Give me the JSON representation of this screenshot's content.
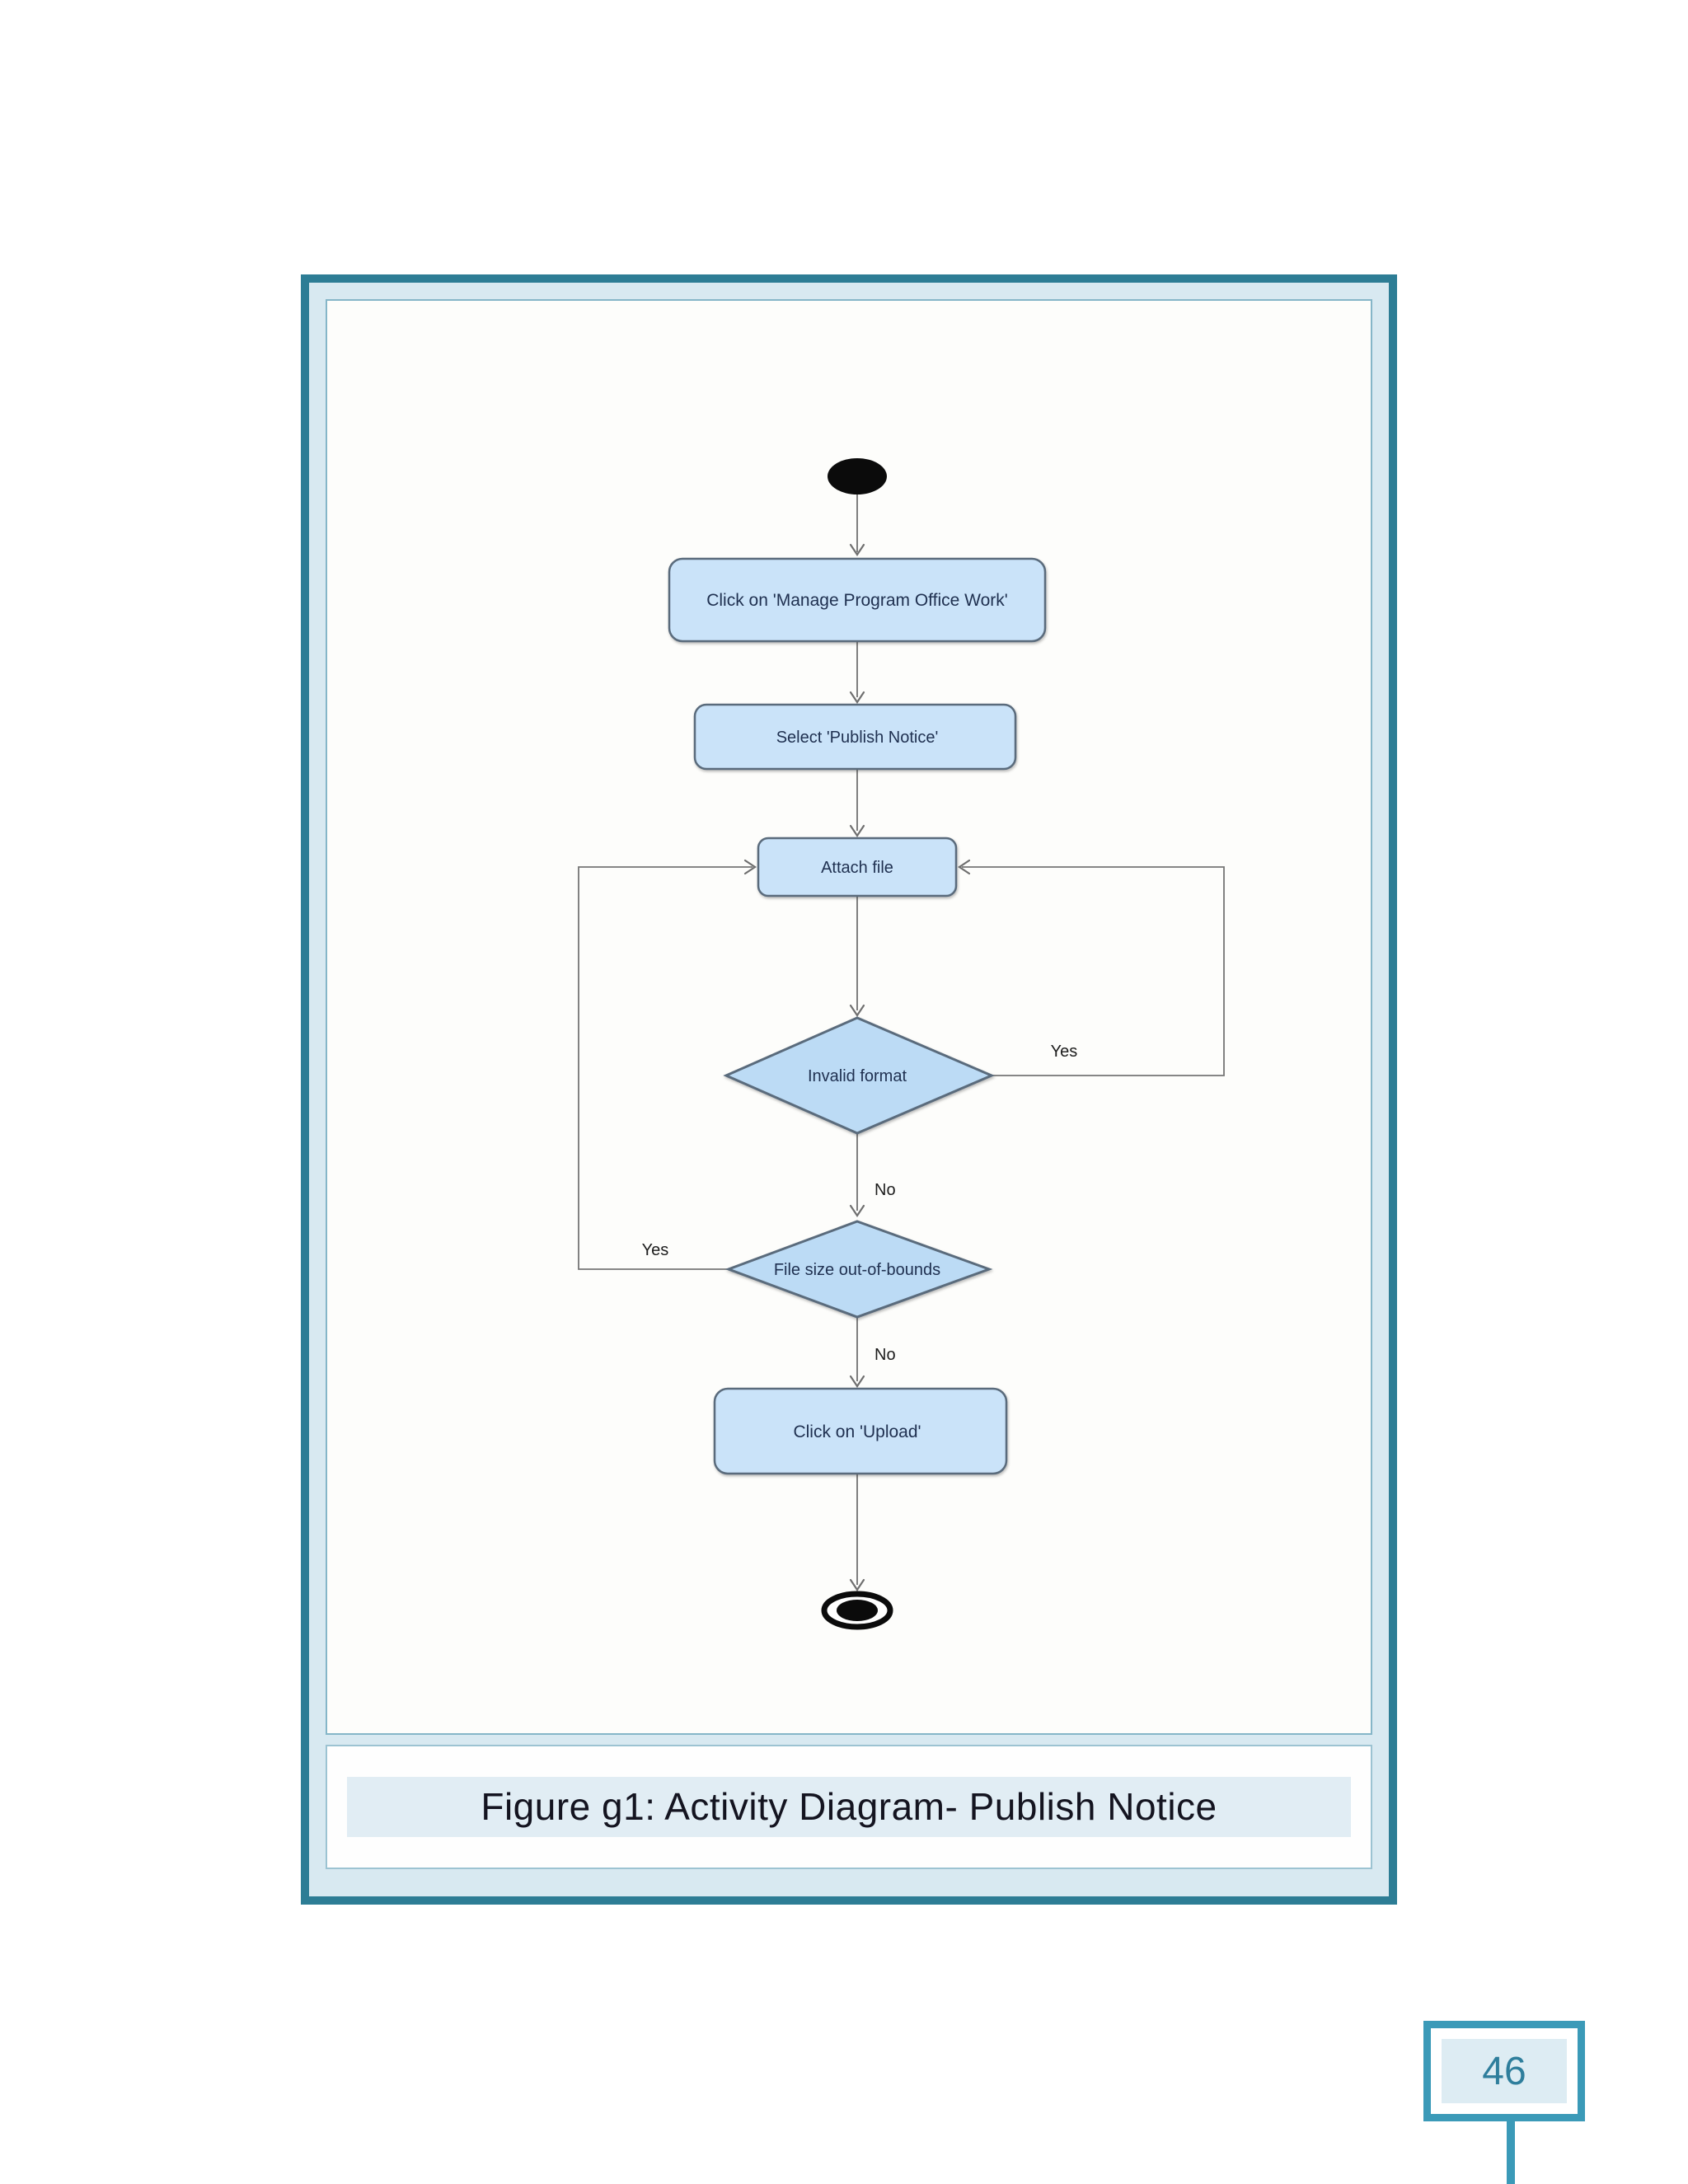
{
  "page": {
    "number": "46"
  },
  "figure": {
    "caption": "Figure g1: Activity Diagram- Publish Notice"
  },
  "diagram": {
    "type": "uml-activity-diagram",
    "nodes": [
      {
        "id": "start",
        "kind": "initial",
        "label": ""
      },
      {
        "id": "action-manage",
        "kind": "action",
        "label": "Click on 'Manage Program Office Work'"
      },
      {
        "id": "action-select",
        "kind": "action",
        "label": "Select 'Publish Notice'"
      },
      {
        "id": "action-attach",
        "kind": "action",
        "label": "Attach file"
      },
      {
        "id": "decision-format",
        "kind": "decision",
        "label": "Invalid format"
      },
      {
        "id": "decision-size",
        "kind": "decision",
        "label": "File size out-of-bounds"
      },
      {
        "id": "action-upload",
        "kind": "action",
        "label": "Click on 'Upload'"
      },
      {
        "id": "end",
        "kind": "final",
        "label": ""
      }
    ],
    "edges": [
      {
        "from": "start",
        "to": "action-manage",
        "label": ""
      },
      {
        "from": "action-manage",
        "to": "action-select",
        "label": ""
      },
      {
        "from": "action-select",
        "to": "action-attach",
        "label": ""
      },
      {
        "from": "action-attach",
        "to": "decision-format",
        "label": ""
      },
      {
        "from": "decision-format",
        "to": "action-attach",
        "label": "Yes"
      },
      {
        "from": "decision-format",
        "to": "decision-size",
        "label": "No"
      },
      {
        "from": "decision-size",
        "to": "action-attach",
        "label": "Yes"
      },
      {
        "from": "decision-size",
        "to": "action-upload",
        "label": "No"
      },
      {
        "from": "action-upload",
        "to": "end",
        "label": ""
      }
    ],
    "colors": {
      "frame_teal": "#2d7d95",
      "frame_matting": "#d8e9f1",
      "panel_border": "#85b6c8",
      "panel_background": "#fdfdfb",
      "action_fill": "#cae3f9",
      "decision_fill": "#bcdbf5",
      "node_border": "#5a6b7c",
      "edge_gray": "#7e7e7e",
      "node_text": "#1f3050",
      "caption_strip": "#e1edf4",
      "badge_teal": "#3b9ab8",
      "badge_text": "#2e7e9c"
    }
  }
}
